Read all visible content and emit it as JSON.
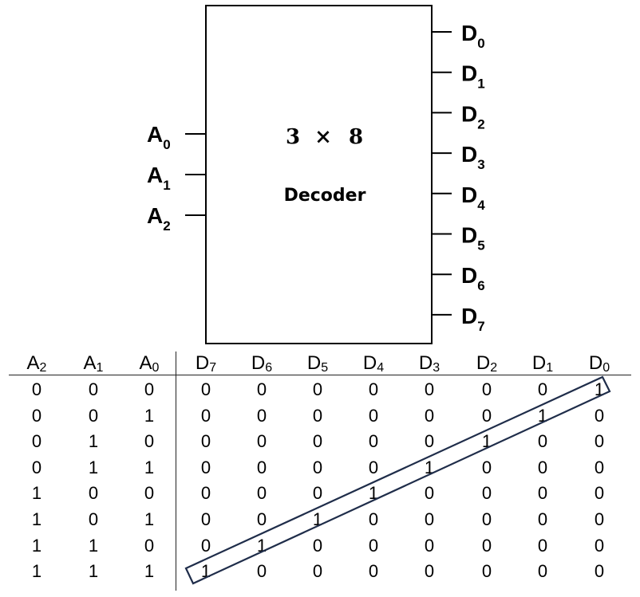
{
  "decoder": {
    "size_left": "3",
    "size_times": "×",
    "size_right": "8",
    "name": "Decoder",
    "inputs": [
      {
        "main": "A",
        "sub": "0"
      },
      {
        "main": "A",
        "sub": "1"
      },
      {
        "main": "A",
        "sub": "2"
      }
    ],
    "outputs": [
      {
        "main": "D",
        "sub": "0"
      },
      {
        "main": "D",
        "sub": "1"
      },
      {
        "main": "D",
        "sub": "2"
      },
      {
        "main": "D",
        "sub": "3"
      },
      {
        "main": "D",
        "sub": "4"
      },
      {
        "main": "D",
        "sub": "5"
      },
      {
        "main": "D",
        "sub": "6"
      },
      {
        "main": "D",
        "sub": "7"
      }
    ]
  },
  "truth_table": {
    "headers": [
      {
        "main": "A",
        "sub": "2"
      },
      {
        "main": "A",
        "sub": "1"
      },
      {
        "main": "A",
        "sub": "0"
      },
      {
        "main": "D",
        "sub": "7"
      },
      {
        "main": "D",
        "sub": "6"
      },
      {
        "main": "D",
        "sub": "5"
      },
      {
        "main": "D",
        "sub": "4"
      },
      {
        "main": "D",
        "sub": "3"
      },
      {
        "main": "D",
        "sub": "2"
      },
      {
        "main": "D",
        "sub": "1"
      },
      {
        "main": "D",
        "sub": "0"
      }
    ],
    "rows": [
      [
        "0",
        "0",
        "0",
        "0",
        "0",
        "0",
        "0",
        "0",
        "0",
        "0",
        "1"
      ],
      [
        "0",
        "0",
        "1",
        "0",
        "0",
        "0",
        "0",
        "0",
        "0",
        "1",
        "0"
      ],
      [
        "0",
        "1",
        "0",
        "0",
        "0",
        "0",
        "0",
        "0",
        "1",
        "0",
        "0"
      ],
      [
        "0",
        "1",
        "1",
        "0",
        "0",
        "0",
        "0",
        "1",
        "0",
        "0",
        "0"
      ],
      [
        "1",
        "0",
        "0",
        "0",
        "0",
        "0",
        "1",
        "0",
        "0",
        "0",
        "0"
      ],
      [
        "1",
        "0",
        "1",
        "0",
        "0",
        "1",
        "0",
        "0",
        "0",
        "0",
        "0"
      ],
      [
        "1",
        "1",
        "0",
        "0",
        "1",
        "0",
        "0",
        "0",
        "0",
        "0",
        "0"
      ],
      [
        "1",
        "1",
        "1",
        "1",
        "0",
        "0",
        "0",
        "0",
        "0",
        "0",
        "0"
      ]
    ]
  },
  "colors": {
    "highlight_border": "#1f2d4a"
  }
}
